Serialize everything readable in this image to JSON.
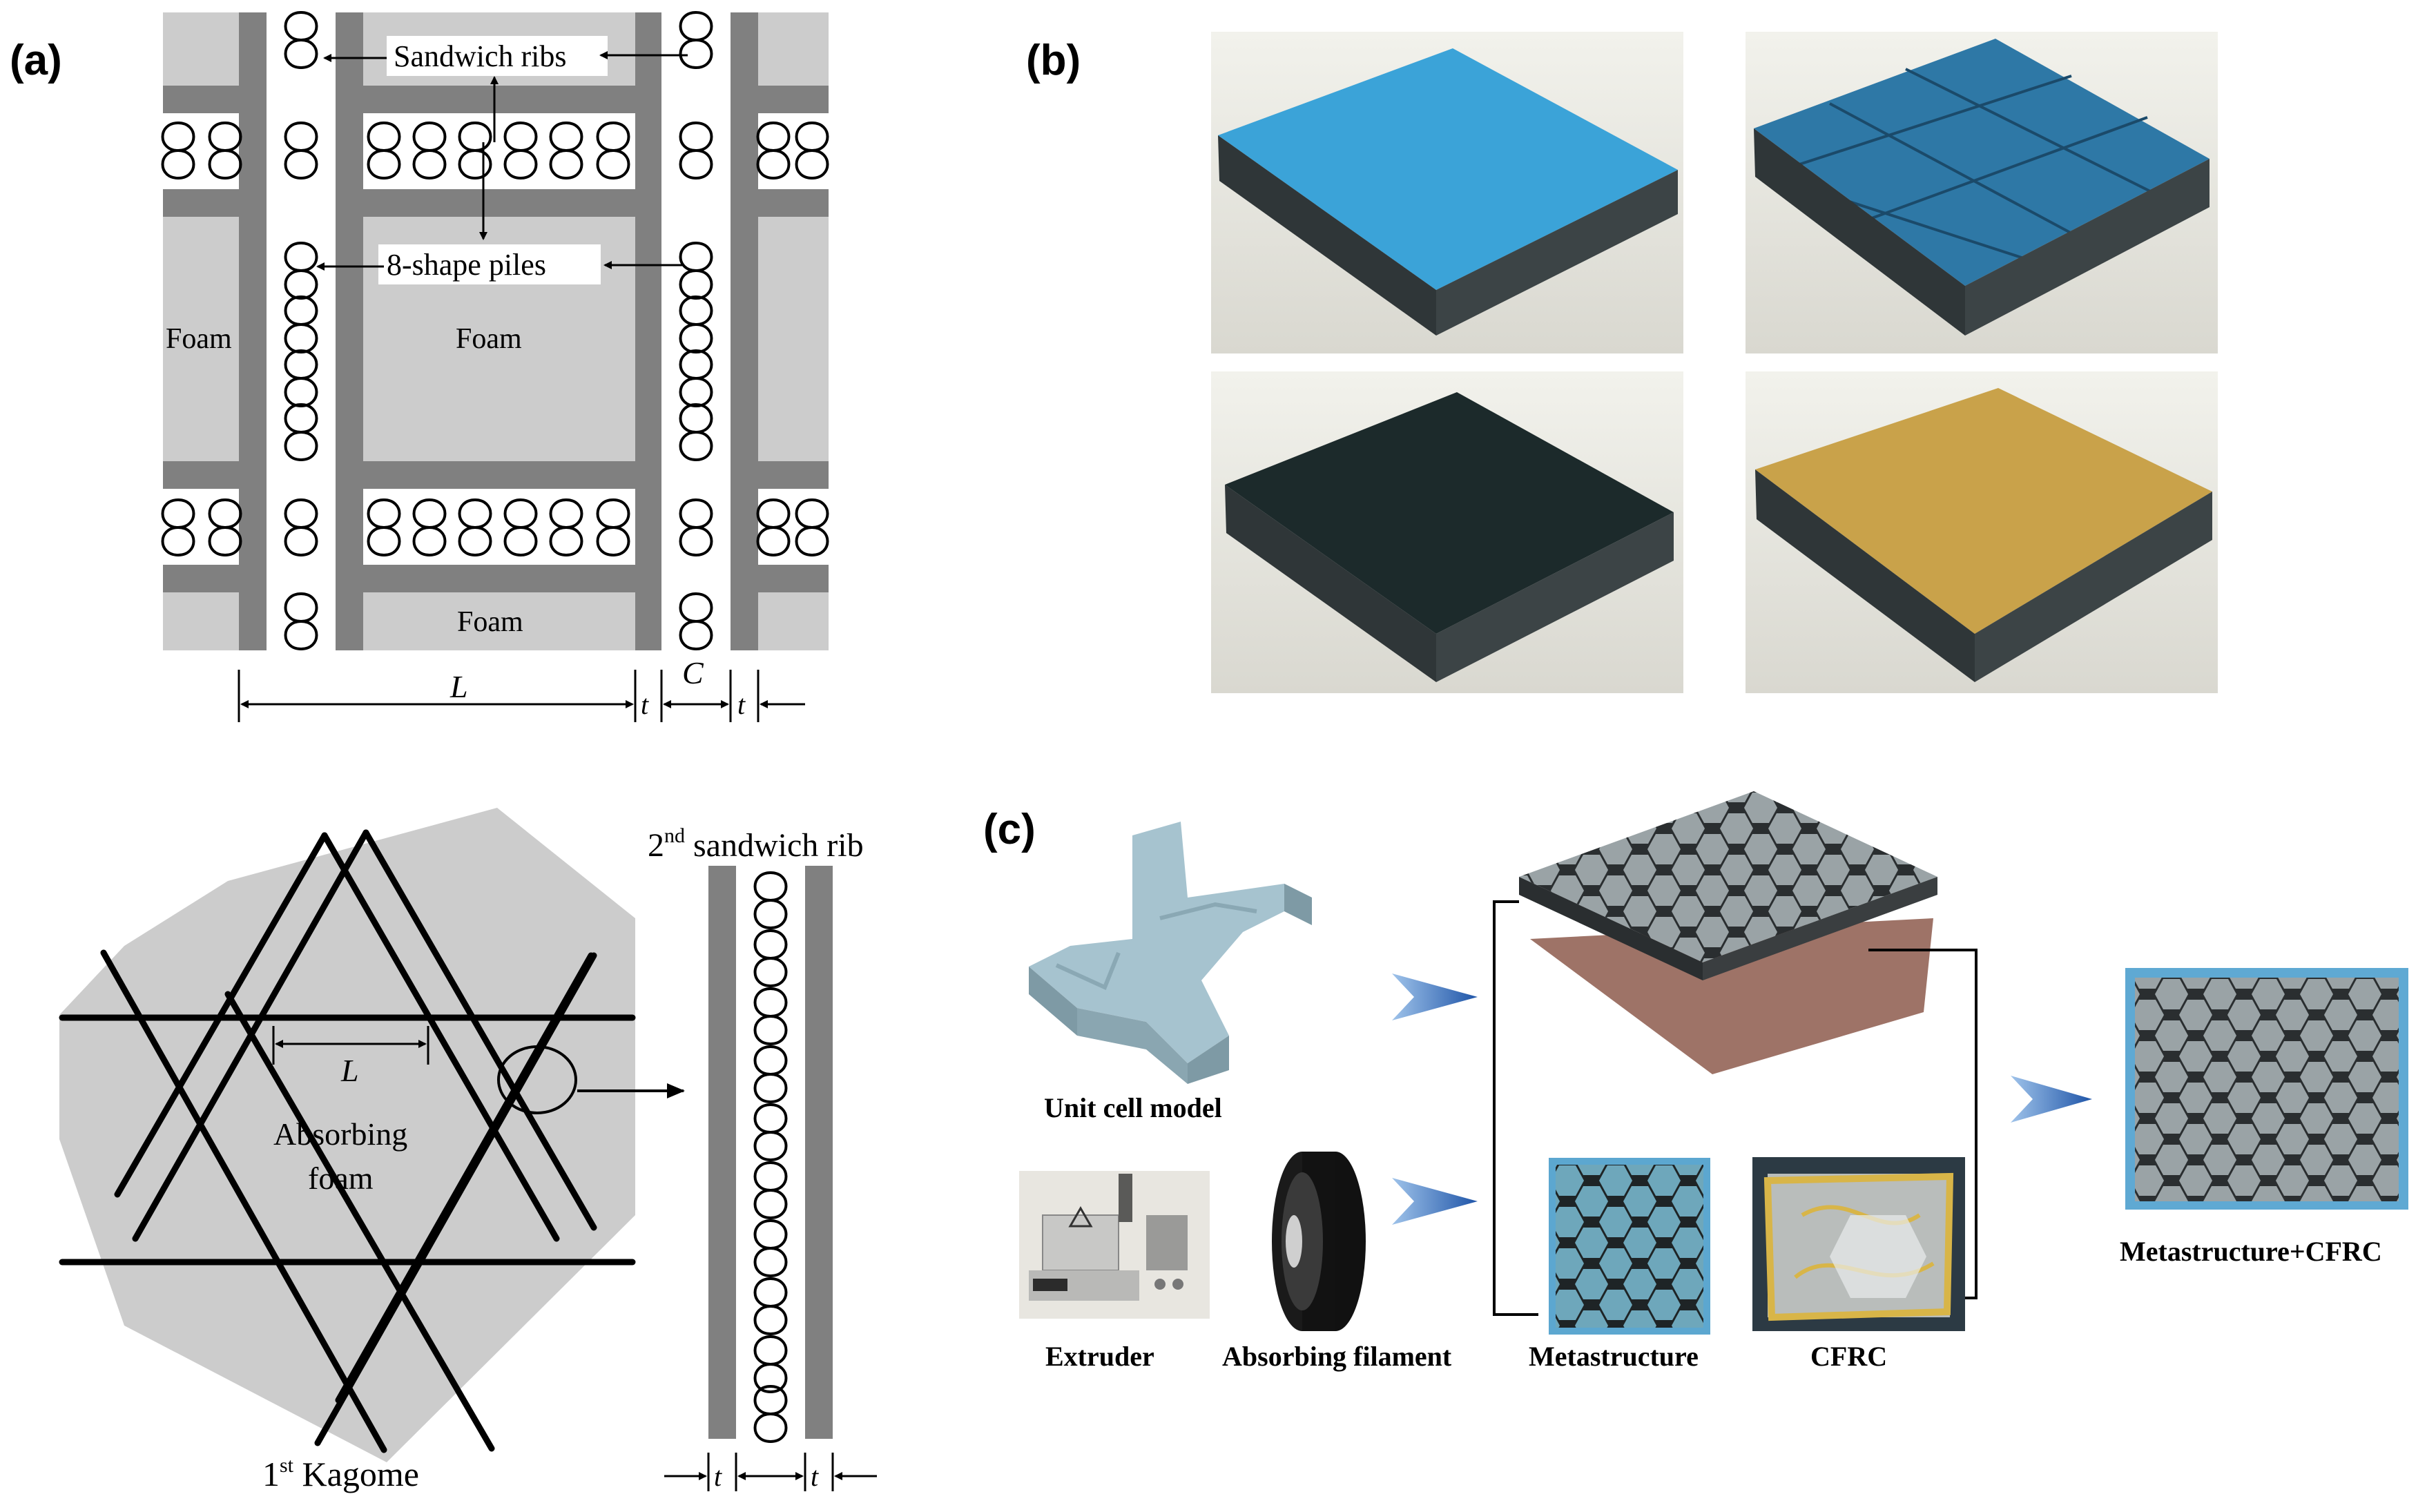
{
  "figure": {
    "panel_a": {
      "label": "(a)",
      "sandwich_ribs": "Sandwich ribs",
      "piles": "8-shape piles",
      "foam": "Foam",
      "dim_L": "L",
      "dim_t": "t",
      "dim_C": "C"
    },
    "kagome": {
      "absorbing": "Absorbing",
      "foam": "foam",
      "dim_L": "L",
      "kagome_num": "1",
      "kagome_sup": "st",
      "kagome_word": " Kagome",
      "rib_num": "2",
      "rib_sup": "nd",
      "rib_word": " sandwich rib",
      "dim_t": "t"
    },
    "panel_b": {
      "label": "(b)",
      "photos": [
        {
          "top_color": "#3ba3d8"
        },
        {
          "top_color": "#2e78a6"
        },
        {
          "top_color": "#1c2a2b"
        },
        {
          "top_color": "#c9a24a"
        }
      ]
    },
    "panel_c": {
      "label": "(c)",
      "unit_cell": "Unit cell model",
      "extruder": "Extruder",
      "filament": "Absorbing filament",
      "metastructure": "Metastructure",
      "cfrc": "CFRC",
      "final": "Metastructure+CFRC"
    },
    "colors": {
      "rib_gray": "#808080",
      "foam_gray": "#cccccc",
      "arrow_blue": "#2a5fb0",
      "cell_blue": "#a6c3cf"
    }
  }
}
